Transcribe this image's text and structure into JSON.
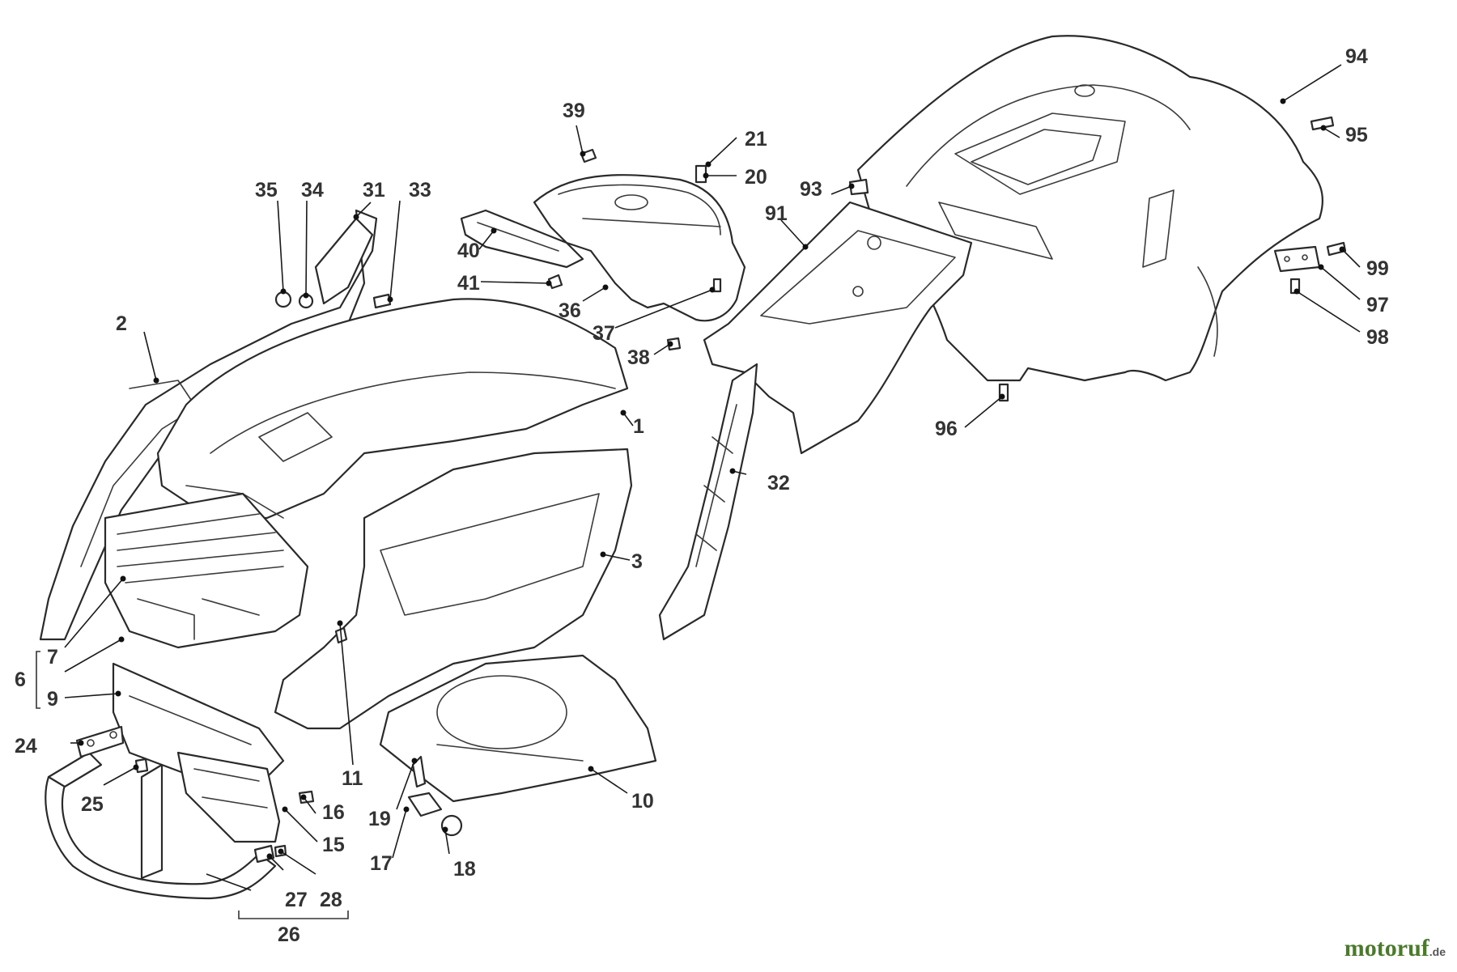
{
  "labels": {
    "l1": "1",
    "l2": "2",
    "l3": "3",
    "l6": "6",
    "l7": "7",
    "l9": "9",
    "l10": "10",
    "l11": "11",
    "l15": "15",
    "l16": "16",
    "l17": "17",
    "l18": "18",
    "l19": "19",
    "l20": "20",
    "l21": "21",
    "l24": "24",
    "l25": "25",
    "l26": "26",
    "l27": "27",
    "l28": "28",
    "l31": "31",
    "l32": "32",
    "l33": "33",
    "l34": "34",
    "l35": "35",
    "l36": "36",
    "l37": "37",
    "l38": "38",
    "l39": "39",
    "l40": "40",
    "l41": "41",
    "l91": "91",
    "l93": "93",
    "l94": "94",
    "l95": "95",
    "l96": "96",
    "l97": "97",
    "l98": "98",
    "l99": "99"
  },
  "watermark": {
    "brand": "motoruf",
    "domain": ".de"
  },
  "colors": {
    "line": "#2a2a2a",
    "label": "#333333",
    "brand": "#4a7b2a"
  }
}
